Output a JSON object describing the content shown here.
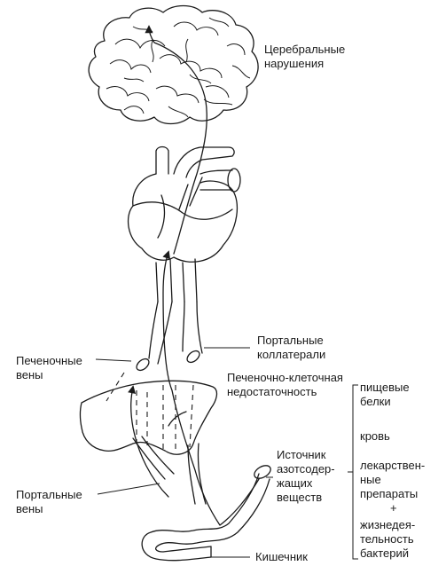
{
  "labels": {
    "cerebral_line1": "Церебральные",
    "cerebral_line2": "нарушения",
    "portal_collaterals_line1": "Портальные",
    "portal_collaterals_line2": "коллатерали",
    "hepatic_veins_line1": "Печеночные",
    "hepatic_veins_line2": "вены",
    "liver_failure_line1": "Печеночно-клеточная",
    "liver_failure_line2": "недостаточность",
    "portal_veins_line1": "Портальные",
    "portal_veins_line2": "вены",
    "source_line1": "Источник",
    "source_line2": "азотсодер-",
    "source_line3": "жащих",
    "source_line4": "веществ",
    "intestine": "Кишечник"
  },
  "sources": {
    "food_line1": "пищевые",
    "food_line2": "белки",
    "blood": "кровь",
    "drugs_line1": "лекарствен-",
    "drugs_line2": "ные",
    "drugs_line3": "препараты",
    "plus": "+",
    "bacteria_line1": "жизнедея-",
    "bacteria_line2": "тельность",
    "bacteria_line3": "бактерий"
  }
}
